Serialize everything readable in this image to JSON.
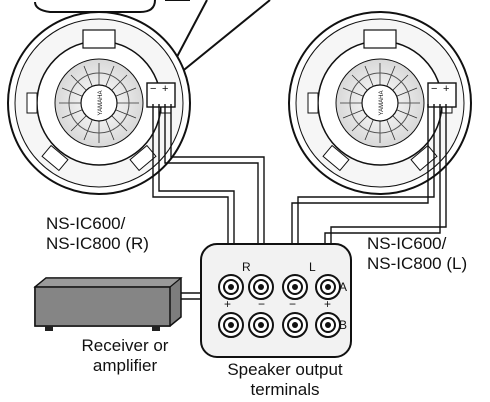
{
  "speakers": {
    "right": {
      "label_line1": "NS-IC600/",
      "label_line2": "NS-IC800 (R)"
    },
    "left": {
      "label_line1": "NS-IC600/",
      "label_line2": "NS-IC800 (L)"
    },
    "brand": "YAMAHA",
    "terminal_marks": [
      "−",
      "+"
    ]
  },
  "receiver": {
    "label_line1": "Receiver or",
    "label_line2": "amplifier"
  },
  "terminals": {
    "label_line1": "Speaker output",
    "label_line2": "terminals",
    "channel_r": "R",
    "channel_l": "L",
    "row_a": "A",
    "row_b": "B",
    "plus": "+",
    "minus": "−"
  },
  "colors": {
    "line": "#111111",
    "panel": "#f2f2f2",
    "receiver": "#7d7d7d"
  }
}
